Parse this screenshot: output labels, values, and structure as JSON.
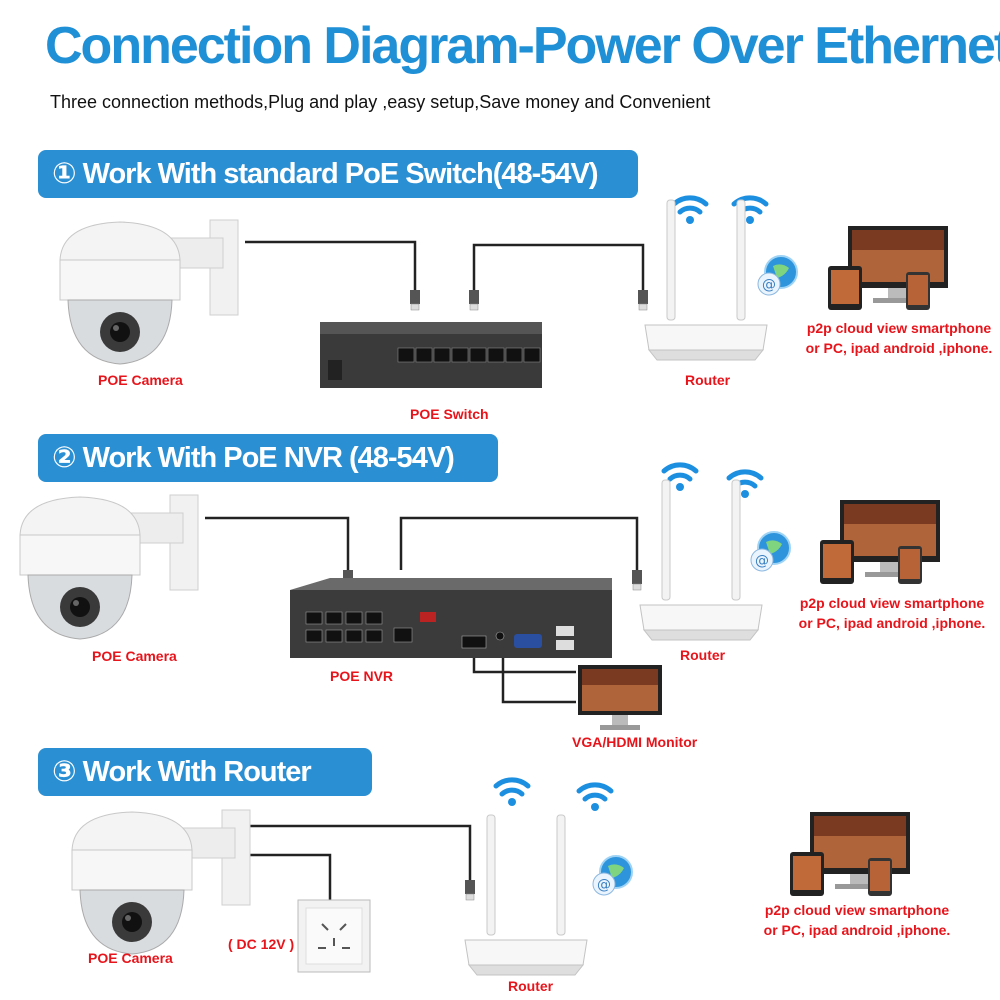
{
  "header": {
    "title": "Connection Diagram-Power Over Ethernet",
    "subtitle": "Three connection methods,Plug and play ,easy setup,Save money and Convenient"
  },
  "sections": [
    {
      "title": "① Work With standard PoE Switch(48-54V)",
      "camera_label": "POE Camera",
      "device_label": "POE Switch",
      "router_label": "Router",
      "p2p_line1": "p2p cloud  view smartphone",
      "p2p_line2": "or PC, ipad android ,iphone."
    },
    {
      "title": "② Work With PoE NVR (48-54V)",
      "camera_label": "POE Camera",
      "device_label": "POE NVR",
      "monitor_label": "VGA/HDMI Monitor",
      "router_label": "Router",
      "p2p_line1": "p2p cloud  view smartphone",
      "p2p_line2": "or PC, ipad android ,iphone."
    },
    {
      "title": "③ Work With Router",
      "camera_label": "POE Camera",
      "power_label": "( DC 12V )",
      "router_label": "Router",
      "p2p_line1": "p2p cloud  view smartphone",
      "p2p_line2": "or PC, ipad android ,iphone."
    }
  ],
  "colors": {
    "brand_blue": "#1f8fd6",
    "banner_blue": "#2b8fd3",
    "label_red": "#e8141b",
    "wifi_blue": "#1d8fe0",
    "cable": "#222222"
  }
}
